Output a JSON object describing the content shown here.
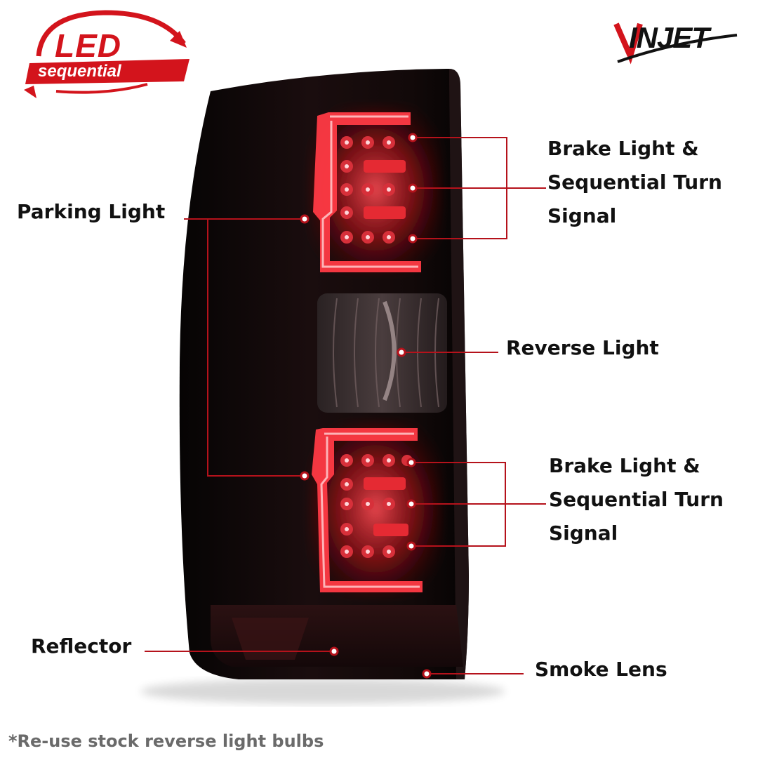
{
  "brand": {
    "logo_left": {
      "line1": "LED",
      "line2": "sequential",
      "color": "#d3141c"
    },
    "logo_right": {
      "text": "INJET",
      "accent_color": "#d3141c"
    }
  },
  "callouts": {
    "parking_light": "Parking Light",
    "brake_top": [
      "Brake Light &",
      "Sequential Turn",
      "Signal"
    ],
    "reverse_light": "Reverse Light",
    "brake_bottom": [
      "Brake Light &",
      "Sequential Turn",
      "Signal"
    ],
    "reflector": "Reflector",
    "smoke_lens": "Smoke Lens"
  },
  "footnote": "*Re-use stock reverse light bulbs",
  "colors": {
    "leader_line": "#b5121b",
    "led_red": "#e8202a",
    "lens_smoke": "#1a0e0f"
  }
}
